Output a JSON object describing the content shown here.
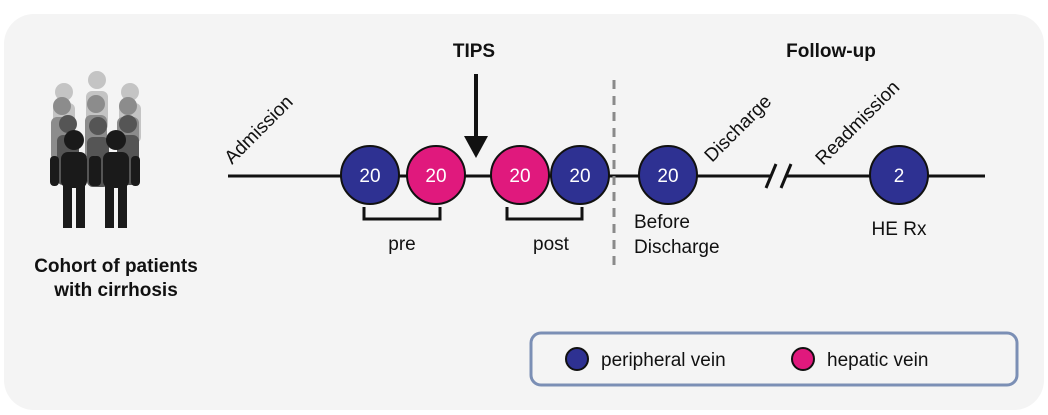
{
  "labels": {
    "tips": "TIPS",
    "follow_up": "Follow-up",
    "cohort_line1": "Cohort of patients",
    "cohort_line2": "with cirrhosis",
    "admission": "Admission",
    "discharge": "Discharge",
    "readmission": "Readmission",
    "pre": "pre",
    "post": "post",
    "before_discharge_line1": "Before",
    "before_discharge_line2": "Discharge",
    "he_rx": "HE Rx"
  },
  "samples": [
    {
      "value": "20",
      "type": "peripheral"
    },
    {
      "value": "20",
      "type": "hepatic"
    },
    {
      "value": "20",
      "type": "hepatic"
    },
    {
      "value": "20",
      "type": "peripheral"
    },
    {
      "value": "20",
      "type": "peripheral"
    },
    {
      "value": "2",
      "type": "peripheral"
    }
  ],
  "legend": {
    "peripheral": "peripheral vein",
    "hepatic": "hepatic vein"
  },
  "colors": {
    "peripheral": "#2e3192",
    "hepatic": "#e0197d",
    "legend_border": "#7b8fb5",
    "line": "#111111"
  },
  "icons": {
    "cohort": "people-group-icon",
    "arrow": "down-arrow-icon"
  }
}
